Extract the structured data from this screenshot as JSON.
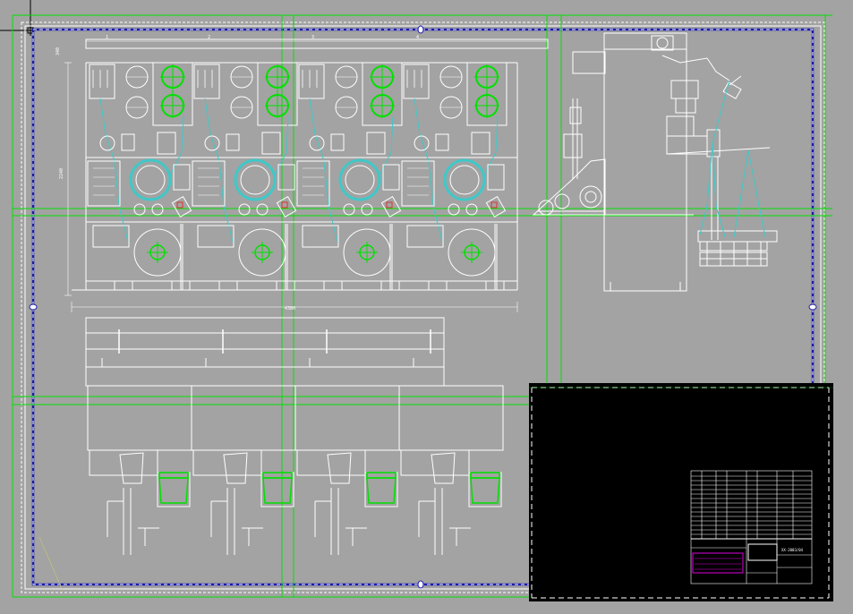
{
  "colors": {
    "background": "#a3a3a3",
    "line": "#ffffff",
    "accent_green": "#00e000",
    "accent_cyan": "#40c8c8",
    "border_blue": "#1a1aa8",
    "title_block_bg": "#000000",
    "magenta": "#e000e0"
  },
  "dimensions": {
    "top_left": "340",
    "left_height": "2240",
    "overall_width": "4380",
    "top_marks": [
      "1",
      "2",
      "3",
      "4"
    ]
  },
  "drawing": {
    "spindle_units": 4,
    "creel_positions": 4
  },
  "title_block": {
    "drawing_number": "XX-2003/04",
    "title_top": "",
    "title_mid": "",
    "title_bottom": ""
  }
}
